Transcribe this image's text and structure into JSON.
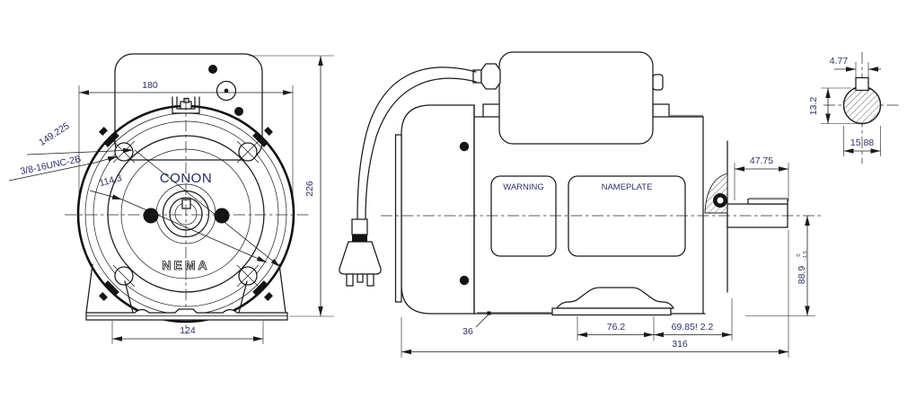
{
  "colors": {
    "paper": "#ffffff",
    "line": "#1a1a1a",
    "dim_text": "#2b3169",
    "thick_gray": "#8a8a8a"
  },
  "front_view": {
    "brand": "CONON",
    "standard_logo": "NEMA",
    "dim_width": "180",
    "dim_height": "226",
    "dim_foot_span": "124",
    "dim_bolt_circle": "149.225",
    "thread_callout": "3/8-16UNC-2B",
    "dim_pilot": "114.3"
  },
  "side_view": {
    "warning_label": "WARNING",
    "nameplate_label": "NAMEPLATE",
    "dim_shaft_extension": "47.75",
    "dim_shaft_height": "88.9",
    "shaft_height_tol_upper": "0",
    "shaft_height_tol_lower": "-1.5",
    "dim_foot_hole_span": "76.2",
    "dim_foot_to_shoulder": "69.85! 2.2",
    "dim_overall_length": "316",
    "dim_base_label": "36"
  },
  "shaft_section": {
    "dim_key_width": "4.77",
    "dim_flat_height": "13.2",
    "dim_diameter": "15.88"
  }
}
